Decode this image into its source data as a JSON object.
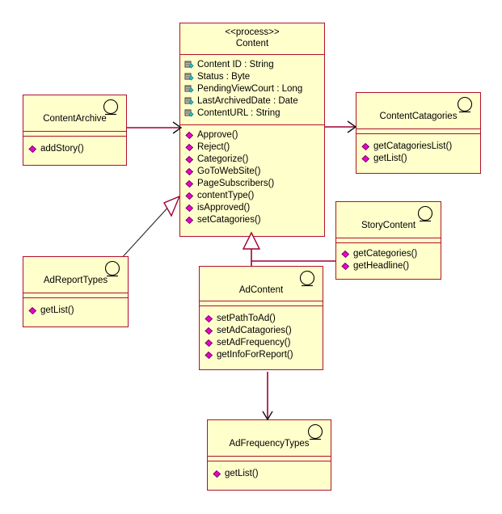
{
  "diagram": {
    "title": "Content Management UML Class Diagram",
    "type": "uml-class-diagram",
    "background": "#ffffff",
    "class_border_color": "#b01030",
    "class_fill_color": "#ffffcc",
    "connector_color": "#a00030",
    "attribute_icon_color": "#19c6e6",
    "method_icon_color": "#ee00cc"
  },
  "classes": {
    "content": {
      "stereotype": "<<process>>",
      "name": "Content",
      "attributes": [
        "Content ID : String",
        "Status : Byte",
        "PendingViewCourt : Long",
        "LastArchivedDate : Date",
        "ContentURL : String"
      ],
      "methods": [
        "Approve()",
        "Reject()",
        "Categorize()",
        "GoToWebSite()",
        "PageSubscribers()",
        "contentType()",
        "isApproved()",
        "setCatagories()"
      ]
    },
    "content_archive": {
      "name": "ContentArchive",
      "attributes": [],
      "methods": [
        "addStory()"
      ]
    },
    "content_catagories": {
      "name": "ContentCatagories",
      "attributes": [],
      "methods": [
        "getCatagoriesList()",
        "getList()"
      ]
    },
    "story_content": {
      "name": "StoryContent",
      "attributes": [],
      "methods": [
        "getCategories()",
        "getHeadline()"
      ]
    },
    "ad_content": {
      "name": "AdContent",
      "attributes": [],
      "methods": [
        "setPathToAd()",
        "setAdCatagories()",
        "setAdFrequency()",
        "getInfoForReport()"
      ]
    },
    "ad_report_types": {
      "name": "AdReportTypes",
      "attributes": [],
      "methods": [
        "getList()"
      ]
    },
    "ad_frequency_types": {
      "name": "AdFrequencyTypes",
      "attributes": [],
      "methods": [
        "getList()"
      ]
    }
  },
  "relationships": [
    {
      "from": "ContentArchive",
      "to": "Content",
      "kind": "dependency"
    },
    {
      "from": "Content",
      "to": "ContentCatagories",
      "kind": "dependency"
    },
    {
      "from": "AdReportTypes",
      "to": "Content",
      "kind": "generalization"
    },
    {
      "from": "AdContent",
      "to": "Content",
      "kind": "generalization"
    },
    {
      "from": "StoryContent",
      "to": "Content",
      "kind": "generalization"
    },
    {
      "from": "AdContent",
      "to": "AdFrequencyTypes",
      "kind": "dependency"
    }
  ]
}
